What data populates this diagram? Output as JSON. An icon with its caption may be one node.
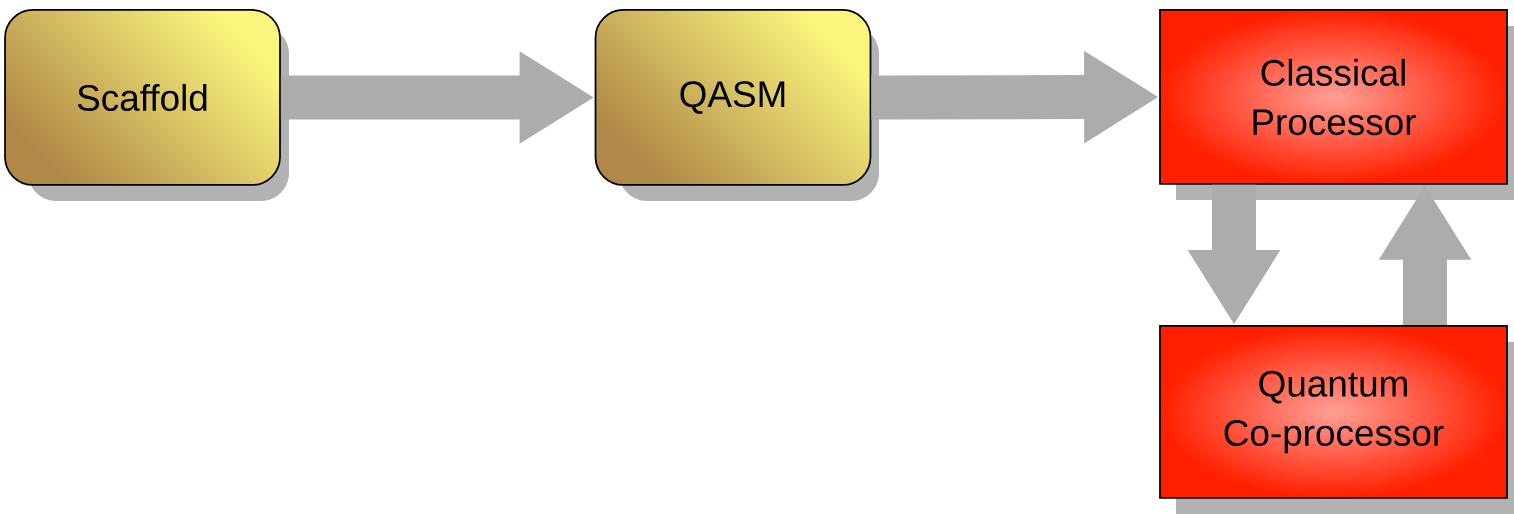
{
  "diagram": {
    "nodes": [
      {
        "text": [
          "Scaffold"
        ]
      },
      {
        "text": [
          "QASM"
        ]
      },
      {
        "text": [
          "Classical Processor"
        ]
      },
      {
        "text": [
          "Quantum Co-processor"
        ]
      }
    ],
    "edges": [
      {
        "from": 0,
        "to": 1,
        "arrow": "to"
      },
      {
        "from": 1,
        "to": 2,
        "arrow": "to"
      },
      {
        "from": 2,
        "to": 3,
        "arrow": "to"
      },
      {
        "from": 3,
        "to": 2,
        "arrow": "to"
      }
    ]
  }
}
